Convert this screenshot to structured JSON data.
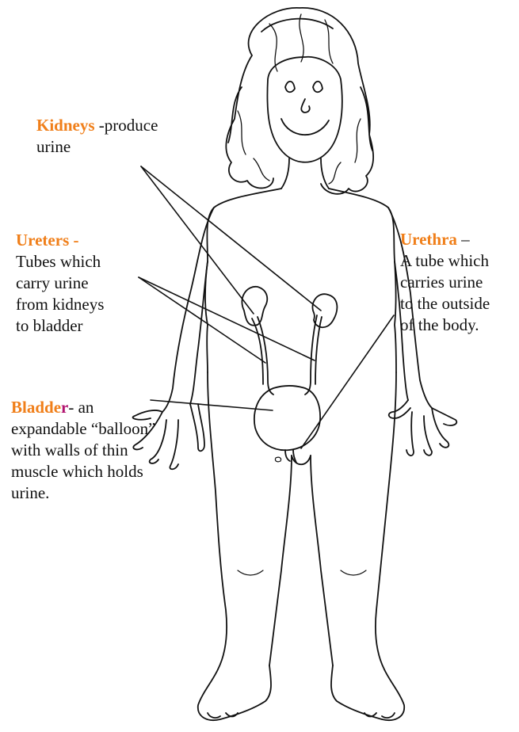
{
  "colors": {
    "term": "#f07f1a",
    "term_alt": "#b0126f",
    "text": "#111111",
    "line": "#111111"
  },
  "labels": {
    "kidneys": {
      "term": "Kidneys",
      "suffix": " -produce",
      "lines": [
        "urine"
      ]
    },
    "ureters": {
      "term": "Ureters -",
      "lines": [
        "Tubes which",
        "carry urine",
        "from kidneys",
        "to bladder"
      ]
    },
    "urethra": {
      "term": "Urethra",
      "suffix": " –",
      "lines": [
        "A tube which",
        "carries urine",
        "to the outside",
        "of the body."
      ]
    },
    "bladder": {
      "term_main": "Bladde",
      "term_last": "r",
      "suffix": "- an",
      "lines": [
        "expandable “balloon”",
        "with walls of thin",
        "muscle which holds",
        "urine."
      ]
    }
  }
}
